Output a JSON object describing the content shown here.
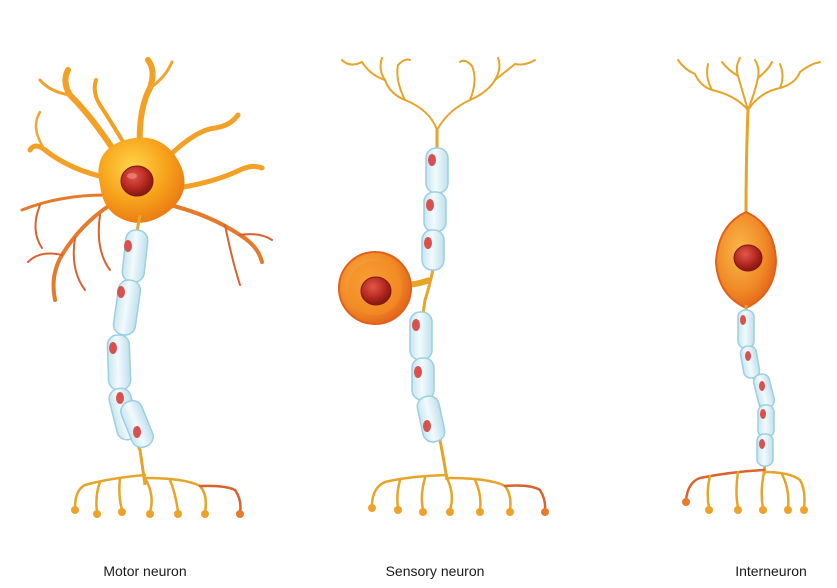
{
  "figure": {
    "neurons": [
      {
        "id": "motor",
        "label": "Motor neuron"
      },
      {
        "id": "sensory",
        "label": "Sensory neuron"
      },
      {
        "id": "inter",
        "label": "Interneuron"
      }
    ]
  },
  "colors": {
    "cell_body": "#f7a21b",
    "cell_body_dark": "#e8620f",
    "nucleus": "#b3261e",
    "axon": "#e6a428",
    "dendrite_tip": "#d2532a",
    "myelin": "#dff1f8",
    "myelin_edge": "#9ccfe0",
    "schwann_nucleus": "#d9504f"
  }
}
